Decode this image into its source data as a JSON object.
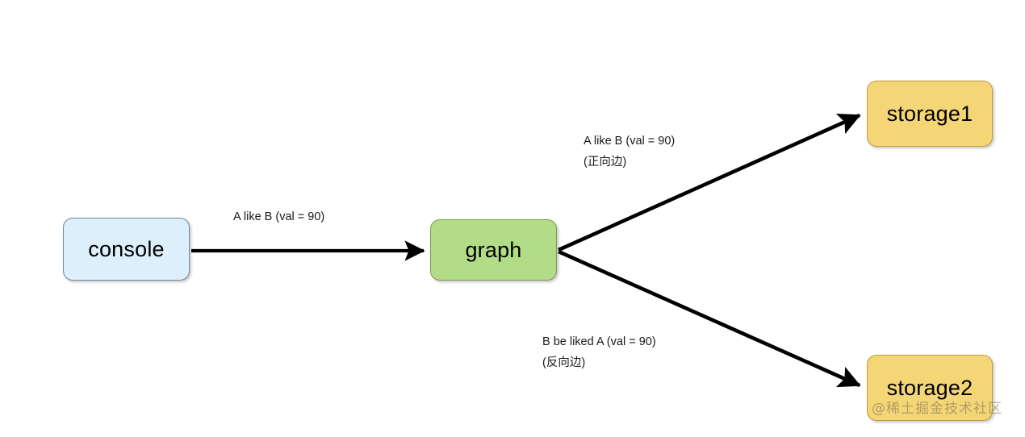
{
  "diagram": {
    "type": "flow-diagram",
    "background_color": "#ffffff",
    "nodes": [
      {
        "id": "console",
        "label": "console",
        "fill": "#dceffb",
        "stroke": "#6f8ba0"
      },
      {
        "id": "graph",
        "label": "graph",
        "fill": "#b2dc87",
        "stroke": "#7a9a52"
      },
      {
        "id": "storage1",
        "label": "storage1",
        "fill": "#f5d677",
        "stroke": "#bf9f3c"
      },
      {
        "id": "storage2",
        "label": "storage2",
        "fill": "#f5d677",
        "stroke": "#bf9f3c"
      }
    ],
    "edges": [
      {
        "id": "console-to-graph",
        "from": "console",
        "to": "graph",
        "label_line1": "A like B (val = 90)",
        "label_line2": "",
        "color": "#000000"
      },
      {
        "id": "graph-to-storage1",
        "from": "graph",
        "to": "storage1",
        "label_line1": "A like B (val = 90)",
        "label_line2": "(正向边)",
        "color": "#000000"
      },
      {
        "id": "graph-to-storage2",
        "from": "graph",
        "to": "storage2",
        "label_line1": "B be liked A (val = 90)",
        "label_line2": "(反向边)",
        "color": "#000000"
      }
    ]
  },
  "watermark": {
    "text": "@稀土掘金技术社区"
  }
}
